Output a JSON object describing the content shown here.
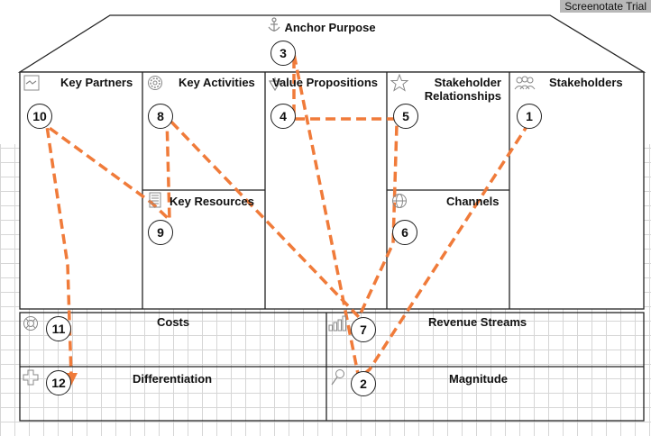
{
  "trial_badge": "Screenotate Trial",
  "sections": {
    "anchor_purpose": "Anchor Purpose",
    "key_partners": "Key Partners",
    "key_activities": "Key Activities",
    "value_propositions": "Value Propositions",
    "stakeholder_relationships_line1": "Stakeholder",
    "stakeholder_relationships_line2": "Relationships",
    "stakeholders": "Stakeholders",
    "key_resources": "Key Resources",
    "channels": "Channels",
    "costs": "Costs",
    "revenue_streams": "Revenue Streams",
    "differentiation": "Differentiation",
    "magnitude": "Magnitude"
  },
  "steps": {
    "stakeholders": "1",
    "magnitude": "2",
    "anchor_purpose": "3",
    "value_propositions": "4",
    "stakeholder_relationships": "5",
    "channels": "6",
    "revenue_streams": "7",
    "key_activities": "8",
    "key_resources": "9",
    "key_partners": "10",
    "costs": "11",
    "differentiation": "12"
  },
  "path_order": [
    "1",
    "2",
    "3",
    "4",
    "5",
    "6",
    "7",
    "8",
    "9",
    "10",
    "11",
    "12"
  ],
  "colors": {
    "path": "#f07b3a",
    "border": "#222222",
    "grid": "#d6d6d6",
    "badge": "#b8b8b8"
  },
  "icons": {
    "anchor_purpose": "anchor-icon",
    "key_partners": "handshake-icon",
    "key_activities": "gear-icon",
    "value_propositions": "gift-icon",
    "stakeholder_relationships": "star-icon",
    "stakeholders": "people-icon",
    "key_resources": "building-icon",
    "channels": "globe-icon",
    "costs": "lifebuoy-icon",
    "revenue_streams": "bar-chart-icon",
    "differentiation": "plus-icon",
    "magnitude": "magnifier-icon"
  }
}
